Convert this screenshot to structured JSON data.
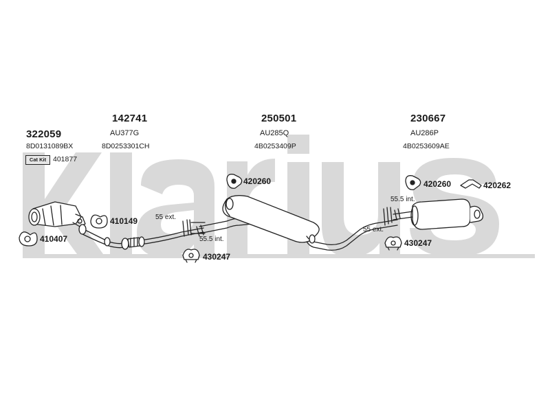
{
  "watermark": {
    "brand": "klarius",
    "color": "#d9d9d9"
  },
  "catalytic_group": {
    "part_number": "322059",
    "oem": "8D0131089BX",
    "kit_badge": "Cat Kit",
    "kit_number": "401877"
  },
  "front_pipe": {
    "part_number": "142741",
    "ref": "AU377G",
    "oem": "8D0253301CH"
  },
  "centre_silencer": {
    "part_number": "250501",
    "ref": "AU285Q",
    "oem": "4B0253409P"
  },
  "rear_silencer": {
    "part_number": "230667",
    "ref": "AU286P",
    "oem": "4B0253609AE"
  },
  "fittings": {
    "f410407": "410407",
    "f410149": "410149",
    "f430247_a": "430247",
    "f420260_a": "420260",
    "f420260_b": "420260",
    "f420262": "420262",
    "f430247_b": "430247"
  },
  "notes": {
    "ext_left": "55 ext.",
    "int_left": "55.5 int.",
    "int_right": "55.5 int.",
    "ext_right": "55 ext."
  },
  "colors": {
    "line": "#222222",
    "fill": "#ffffff"
  }
}
